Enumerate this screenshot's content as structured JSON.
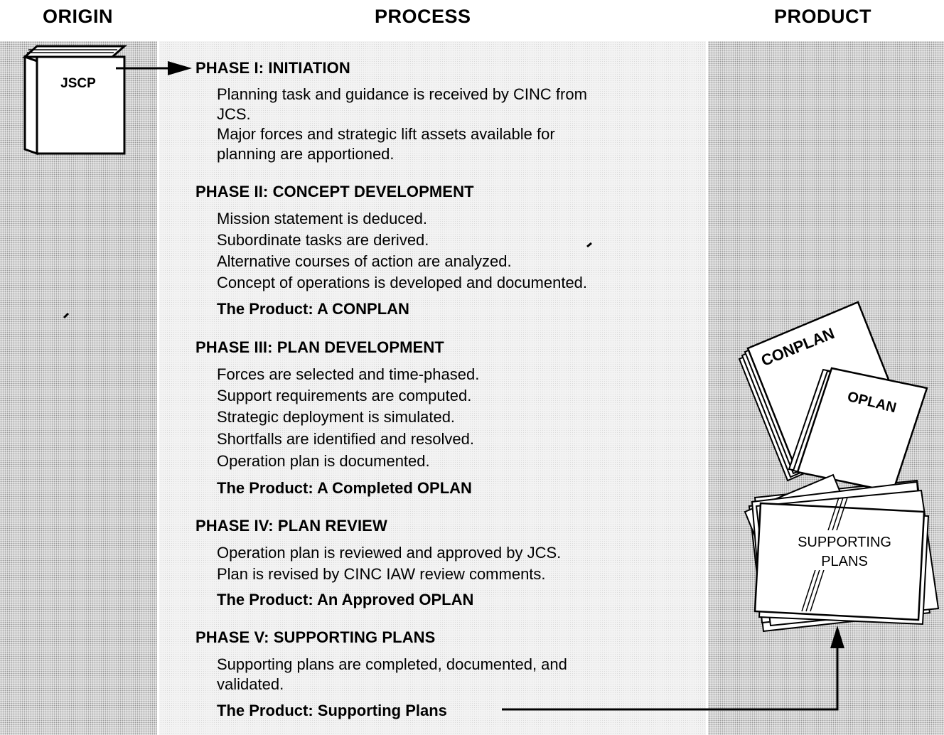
{
  "headers": {
    "origin": "ORIGIN",
    "process": "PROCESS",
    "product": "PRODUCT"
  },
  "origin": {
    "book_label": "JSCP"
  },
  "phases": [
    {
      "title": "PHASE I: INITIATION",
      "lines": [
        "Planning task and guidance is received by CINC from",
        "JCS.",
        "Major forces and strategic lift assets available for",
        "planning are apportioned."
      ]
    },
    {
      "title": "PHASE II: CONCEPT DEVELOPMENT",
      "lines": [
        "Mission statement is deduced.",
        "Subordinate tasks are derived.",
        "Alternative courses of action are analyzed.",
        "Concept of operations is developed and documented."
      ],
      "product": "The Product: A CONPLAN"
    },
    {
      "title": "PHASE III: PLAN DEVELOPMENT",
      "lines": [
        "Forces are selected and time-phased.",
        "Support requirements are computed.",
        "Strategic deployment is simulated.",
        "Shortfalls are identified and resolved.",
        "Operation plan is documented."
      ],
      "product": "The Product: A Completed OPLAN"
    },
    {
      "title": "PHASE IV: PLAN REVIEW",
      "lines": [
        "Operation plan is reviewed and approved by JCS.",
        "Plan is revised by CINC IAW review comments."
      ],
      "product": "The Product: An Approved OPLAN"
    },
    {
      "title": "PHASE V: SUPPORTING PLANS",
      "lines": [
        "Supporting plans are completed, documented, and",
        "validated."
      ],
      "product": "The Product: Supporting Plans"
    }
  ],
  "products": {
    "conplan": "CONPLAN",
    "oplan": "OPLAN",
    "supporting_line1": "SUPPORTING",
    "supporting_line2": "PLANS"
  }
}
